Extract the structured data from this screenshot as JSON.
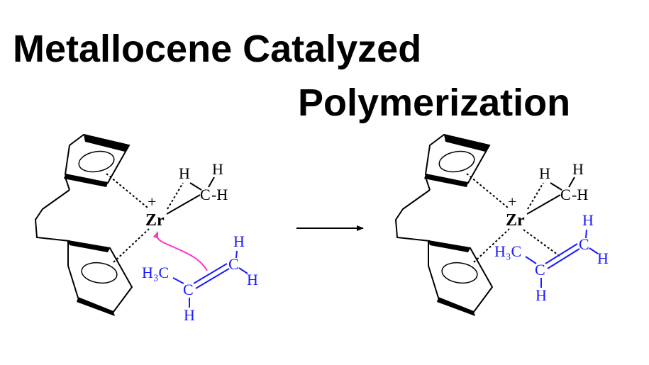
{
  "title": {
    "line1": "Metallocene Catalyzed",
    "line2": "Polymerization"
  },
  "colors": {
    "bond": "#000000",
    "monomer": "#1a1aff",
    "arrow_attack": "#ff33cc",
    "text": "#000000"
  },
  "left_complex": {
    "charge": "+",
    "metal": "Zr",
    "methyl": {
      "h1": "H",
      "h2": "H",
      "c": "C",
      "h3": "-H"
    },
    "propylene": {
      "h3c": "H₃C",
      "c1": "C",
      "h_bottom": "H",
      "c2": "C",
      "h_top": "H",
      "h_right": "H"
    }
  },
  "right_complex": {
    "charge": "+",
    "metal": "Zr",
    "methyl": {
      "h1": "H",
      "h2": "H",
      "c": "C",
      "h3": "-H"
    },
    "propylene": {
      "h3c": "H₃C",
      "c1": "C",
      "h_bottom": "H",
      "c2": "C",
      "h_top": "H",
      "h_right": "H"
    }
  }
}
